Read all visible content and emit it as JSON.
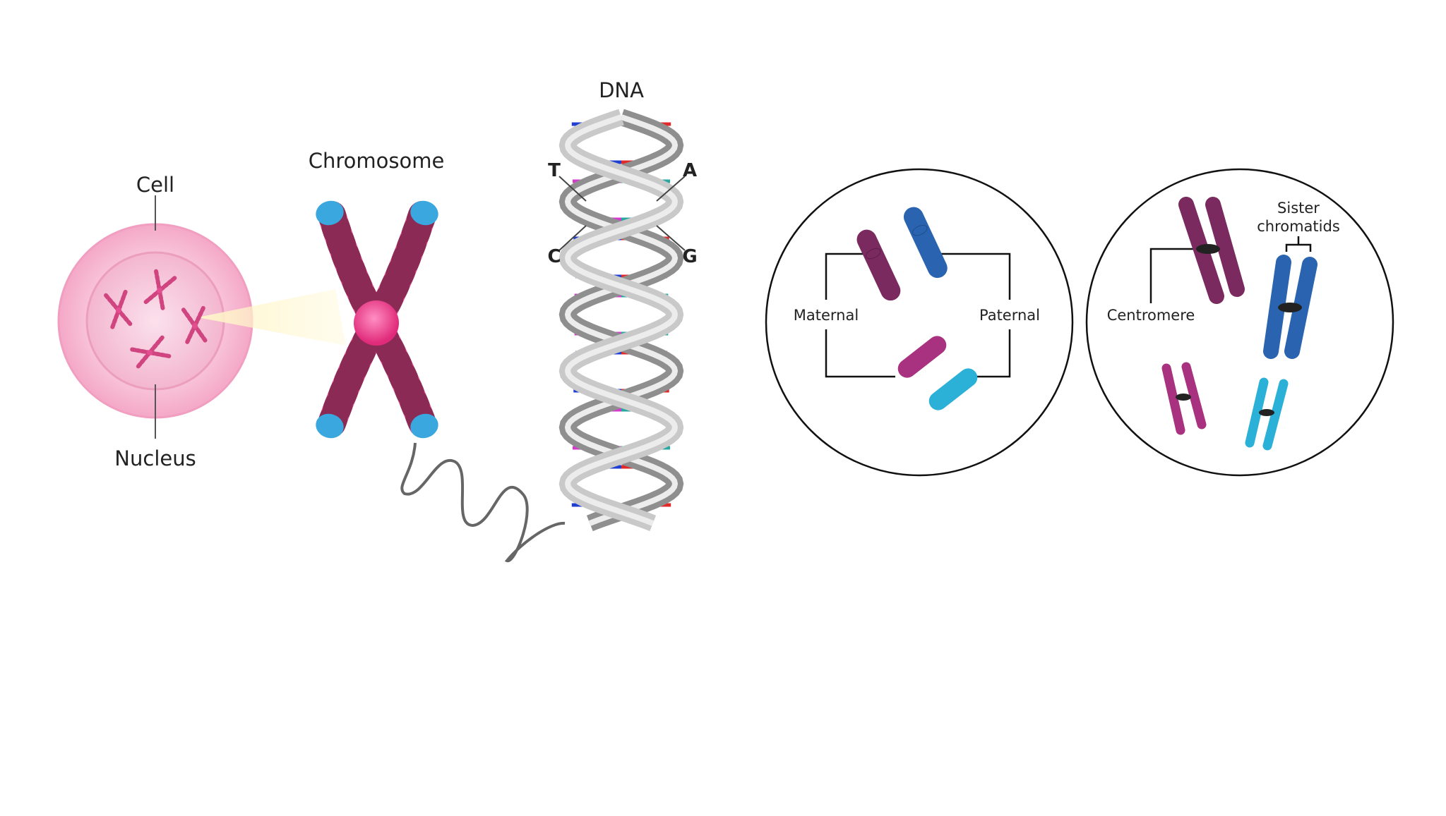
{
  "diagram": {
    "panel_cell": {
      "labels": {
        "cell": "Cell",
        "nucleus": "Nucleus",
        "chromosome": "Chromosome",
        "dna": "DNA"
      },
      "bases": [
        "T",
        "A",
        "C",
        "G"
      ]
    },
    "panel_homologs": {
      "labels": {
        "maternal": "Maternal",
        "paternal": "Paternal"
      }
    },
    "panel_replicated": {
      "labels": {
        "centromere": "Centromere",
        "sister_line1": "Sister",
        "sister_line2": "chromatids"
      }
    },
    "colors": {
      "cell_outer": "#f7bfd4",
      "cell_inner": "#f2a9c6",
      "chromosome_pink": "#e8508f",
      "chromosome_band": "#8a2a55",
      "telomere_blue": "#3aa8de",
      "centromere_core": "#f23f8c",
      "dna_strand": "#b0b0b0",
      "base_blue": "#1f3fd0",
      "base_red": "#e02a2a",
      "base_magenta": "#d43acb",
      "base_teal": "#2aa8a0",
      "maternal_dark": "#7a2a5e",
      "paternal_blue": "#2a64b0",
      "maternal_light": "#a8327f",
      "paternal_light": "#2bb0d8"
    }
  }
}
